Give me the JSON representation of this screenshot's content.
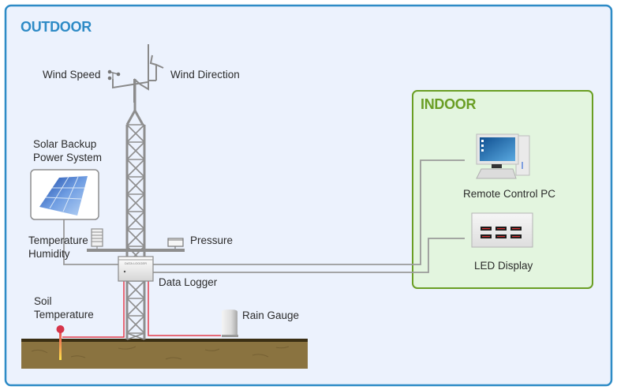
{
  "zones": {
    "outdoor": {
      "title": "OUTDOOR",
      "color": "#2e8bc6"
    },
    "indoor": {
      "title": "INDOOR",
      "color": "#6a9e24"
    }
  },
  "components": {
    "wind_speed": "Wind Speed",
    "wind_direction": "Wind Direction",
    "solar": [
      "Solar Backup",
      "Power System"
    ],
    "temp_humidity": [
      "Temperature",
      "Humidity"
    ],
    "pressure": "Pressure",
    "data_logger": "Data Logger",
    "data_logger_plate": "DATA LOGGER",
    "soil_temperature": [
      "Soil",
      "Temperature"
    ],
    "rain_gauge": "Rain Gauge",
    "remote_pc": "Remote Control PC",
    "led_display": "LED Display"
  },
  "colors": {
    "outdoor_bg": "#ecf2fd",
    "indoor_bg": "#e3f5df",
    "wire": "#9a9a9a",
    "power_wire": "#e43c4c",
    "ground": "#8a7340",
    "ground_top": "#3b2f14"
  }
}
